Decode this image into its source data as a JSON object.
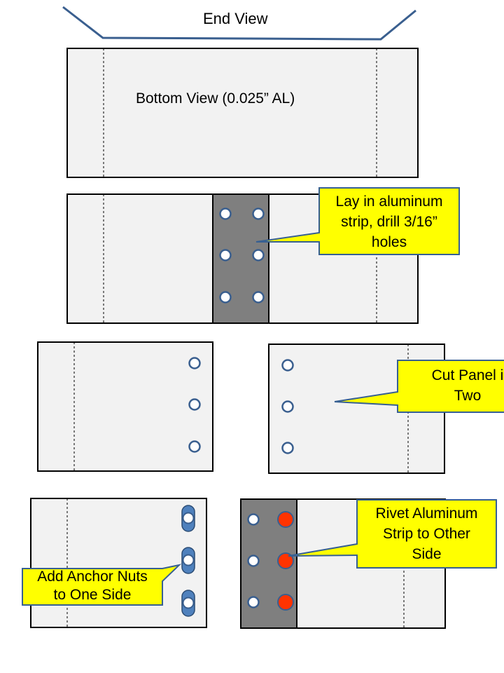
{
  "labels": {
    "end_view": "End View",
    "bottom_view": "Bottom View (0.025” AL)"
  },
  "callouts": {
    "step1": [
      "Lay in aluminum",
      "strip, drill 3/16”",
      "holes"
    ],
    "step2": [
      "Cut Panel i",
      "Two"
    ],
    "step3": [
      "Rivet Aluminum",
      "Strip to Other",
      "Side"
    ],
    "step4": [
      "Add Anchor Nuts",
      "to One Side"
    ]
  },
  "colors": {
    "panel_fill": "#f2f2f2",
    "strip_fill": "#7f7f7f",
    "hole_stroke": "#3a5f8f",
    "rivet_fill": "#ff3300",
    "callout_fill": "#ffff00",
    "callout_stroke": "#376092",
    "end_view_line": "#3a5f8f"
  }
}
